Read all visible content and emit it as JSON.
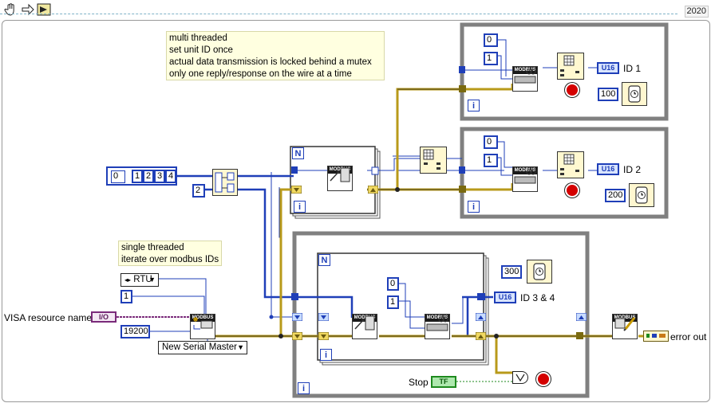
{
  "toolbar": {
    "version": "2020",
    "tools": [
      "hand-icon",
      "arrow-icon",
      "run-icon"
    ]
  },
  "notes": {
    "multi_threaded": [
      "multi threaded",
      "set unit ID once",
      "actual data transmission is locked behind a mutex",
      "only one reply/response on the wire at a time"
    ],
    "single_threaded": [
      "single threaded",
      "iterate over modbus IDs"
    ]
  },
  "constants": {
    "array_index": "0",
    "unit_ids": [
      "1",
      "2",
      "3",
      "4"
    ],
    "loops_count": "2",
    "read_address": "0",
    "read_count": "1",
    "wait_1": "100",
    "wait_2": "200",
    "wait_3": "300",
    "baud": "19200",
    "rtu_value": "1"
  },
  "rings": {
    "protocol": "RTU",
    "master_type": "New Serial Master"
  },
  "labels": {
    "visa": "VISA resource name",
    "id1": "ID 1",
    "id2": "ID 2",
    "id34": "ID 3 & 4",
    "stop": "Stop",
    "error_out": "error out",
    "iteration": "i",
    "count": "N"
  },
  "indicators": {
    "type": "U16",
    "bool": "TF",
    "io": "I/O"
  },
  "blocks": {
    "modbus": "MODBUS"
  },
  "colors": {
    "wire_blue": "#1f3fb8",
    "wire_error": "#b89a1a",
    "loop_gray": "#808080",
    "bool_green": "#1e8a1e",
    "stop_red": "#d40000"
  }
}
